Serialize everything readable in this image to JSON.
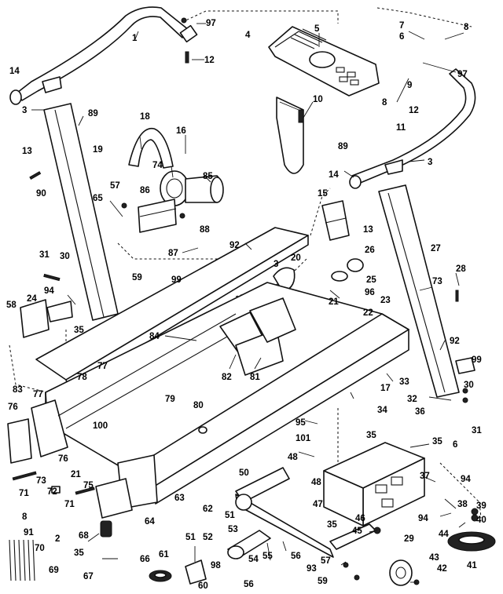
{
  "diagram": {
    "callouts": [
      {
        "id": "c1",
        "text": "1"
      },
      {
        "id": "c97a",
        "text": "97"
      },
      {
        "id": "c12a",
        "text": "12"
      },
      {
        "id": "c4",
        "text": "4"
      },
      {
        "id": "c5",
        "text": "5"
      },
      {
        "id": "c7",
        "text": "7"
      },
      {
        "id": "c8a",
        "text": "8"
      },
      {
        "id": "c6a",
        "text": "6"
      },
      {
        "id": "c97b",
        "text": "97"
      },
      {
        "id": "c9",
        "text": "9"
      },
      {
        "id": "c8b",
        "text": "8"
      },
      {
        "id": "c12b",
        "text": "12"
      },
      {
        "id": "c14a",
        "text": "14"
      },
      {
        "id": "c3a",
        "text": "3"
      },
      {
        "id": "c89a",
        "text": "89"
      },
      {
        "id": "c13a",
        "text": "13"
      },
      {
        "id": "c19",
        "text": "19"
      },
      {
        "id": "c90",
        "text": "90"
      },
      {
        "id": "c18",
        "text": "18"
      },
      {
        "id": "c16",
        "text": "16"
      },
      {
        "id": "c74",
        "text": "74"
      },
      {
        "id": "c85",
        "text": "85"
      },
      {
        "id": "c10",
        "text": "10"
      },
      {
        "id": "c11",
        "text": "11"
      },
      {
        "id": "c89b",
        "text": "89"
      },
      {
        "id": "c3b",
        "text": "3"
      },
      {
        "id": "c14b",
        "text": "14"
      },
      {
        "id": "c57a",
        "text": "57"
      },
      {
        "id": "c65",
        "text": "65"
      },
      {
        "id": "c86",
        "text": "86"
      },
      {
        "id": "c88",
        "text": "88"
      },
      {
        "id": "c87",
        "text": "87"
      },
      {
        "id": "c15",
        "text": "15"
      },
      {
        "id": "c13b",
        "text": "13"
      },
      {
        "id": "c27",
        "text": "27"
      },
      {
        "id": "c31a",
        "text": "31"
      },
      {
        "id": "c30a",
        "text": "30"
      },
      {
        "id": "c92a",
        "text": "92"
      },
      {
        "id": "c26",
        "text": "26"
      },
      {
        "id": "c94a",
        "text": "94"
      },
      {
        "id": "c59a",
        "text": "59"
      },
      {
        "id": "c99a",
        "text": "99"
      },
      {
        "id": "c3c",
        "text": "3"
      },
      {
        "id": "c20",
        "text": "20"
      },
      {
        "id": "c25",
        "text": "25"
      },
      {
        "id": "c28",
        "text": "28"
      },
      {
        "id": "c58",
        "text": "58"
      },
      {
        "id": "c24",
        "text": "24"
      },
      {
        "id": "c96a",
        "text": "96"
      },
      {
        "id": "c21a",
        "text": "21"
      },
      {
        "id": "c73a",
        "text": "73"
      },
      {
        "id": "c35a",
        "text": "35"
      },
      {
        "id": "c23",
        "text": "23"
      },
      {
        "id": "c22",
        "text": "22"
      },
      {
        "id": "c84",
        "text": "84"
      },
      {
        "id": "c92b",
        "text": "92"
      },
      {
        "id": "c99b",
        "text": "99"
      },
      {
        "id": "c77a",
        "text": "77"
      },
      {
        "id": "c82",
        "text": "82"
      },
      {
        "id": "c81",
        "text": "81"
      },
      {
        "id": "c83",
        "text": "83"
      },
      {
        "id": "c78",
        "text": "78"
      },
      {
        "id": "c33",
        "text": "33"
      },
      {
        "id": "c17",
        "text": "17"
      },
      {
        "id": "c30b",
        "text": "30"
      },
      {
        "id": "c77b",
        "text": "77"
      },
      {
        "id": "c79",
        "text": "79"
      },
      {
        "id": "c32",
        "text": "32"
      },
      {
        "id": "c36a",
        "text": "36"
      },
      {
        "id": "c76a",
        "text": "76"
      },
      {
        "id": "c100",
        "text": "100"
      },
      {
        "id": "c80",
        "text": "80"
      },
      {
        "id": "c34",
        "text": "34"
      },
      {
        "id": "c31b",
        "text": "31"
      },
      {
        "id": "c95",
        "text": "95"
      },
      {
        "id": "c35b",
        "text": "35"
      },
      {
        "id": "c6b",
        "text": "6"
      },
      {
        "id": "c101",
        "text": "101"
      },
      {
        "id": "c76b",
        "text": "76"
      },
      {
        "id": "c35c",
        "text": "35"
      },
      {
        "id": "c48a",
        "text": "48"
      },
      {
        "id": "c71a",
        "text": "71"
      },
      {
        "id": "c73b",
        "text": "73"
      },
      {
        "id": "c21b",
        "text": "21"
      },
      {
        "id": "c75",
        "text": "75"
      },
      {
        "id": "c50",
        "text": "50"
      },
      {
        "id": "c48b",
        "text": "48"
      },
      {
        "id": "c37",
        "text": "37"
      },
      {
        "id": "c94b",
        "text": "94"
      },
      {
        "id": "c72",
        "text": "72"
      },
      {
        "id": "c71b",
        "text": "71"
      },
      {
        "id": "c63",
        "text": "63"
      },
      {
        "id": "c62",
        "text": "62"
      },
      {
        "id": "c47",
        "text": "47"
      },
      {
        "id": "c46",
        "text": "46"
      },
      {
        "id": "c38",
        "text": "38"
      },
      {
        "id": "c39",
        "text": "39"
      },
      {
        "id": "c8c",
        "text": "8"
      },
      {
        "id": "c64",
        "text": "64"
      },
      {
        "id": "c51a",
        "text": "51"
      },
      {
        "id": "c35d",
        "text": "35"
      },
      {
        "id": "c94c",
        "text": "94"
      },
      {
        "id": "c40",
        "text": "40"
      },
      {
        "id": "c91",
        "text": "91"
      },
      {
        "id": "c68",
        "text": "68"
      },
      {
        "id": "c2",
        "text": "2"
      },
      {
        "id": "c53",
        "text": "53"
      },
      {
        "id": "c45",
        "text": "45"
      },
      {
        "id": "c29",
        "text": "29"
      },
      {
        "id": "c44",
        "text": "44"
      },
      {
        "id": "c70",
        "text": "70"
      },
      {
        "id": "c35e",
        "text": "35"
      },
      {
        "id": "c66",
        "text": "66"
      },
      {
        "id": "c51b",
        "text": "51"
      },
      {
        "id": "c52",
        "text": "52"
      },
      {
        "id": "c54",
        "text": "54"
      },
      {
        "id": "c55",
        "text": "55"
      },
      {
        "id": "c56a",
        "text": "56"
      },
      {
        "id": "c41",
        "text": "41"
      },
      {
        "id": "c67",
        "text": "67"
      },
      {
        "id": "c61",
        "text": "61"
      },
      {
        "id": "c98",
        "text": "98"
      },
      {
        "id": "c57b",
        "text": "57"
      },
      {
        "id": "c43",
        "text": "43"
      },
      {
        "id": "c69",
        "text": "69"
      },
      {
        "id": "c60",
        "text": "60"
      },
      {
        "id": "c56b",
        "text": "56"
      },
      {
        "id": "c93",
        "text": "93"
      },
      {
        "id": "c42",
        "text": "42"
      },
      {
        "id": "c59b",
        "text": "59"
      }
    ]
  }
}
